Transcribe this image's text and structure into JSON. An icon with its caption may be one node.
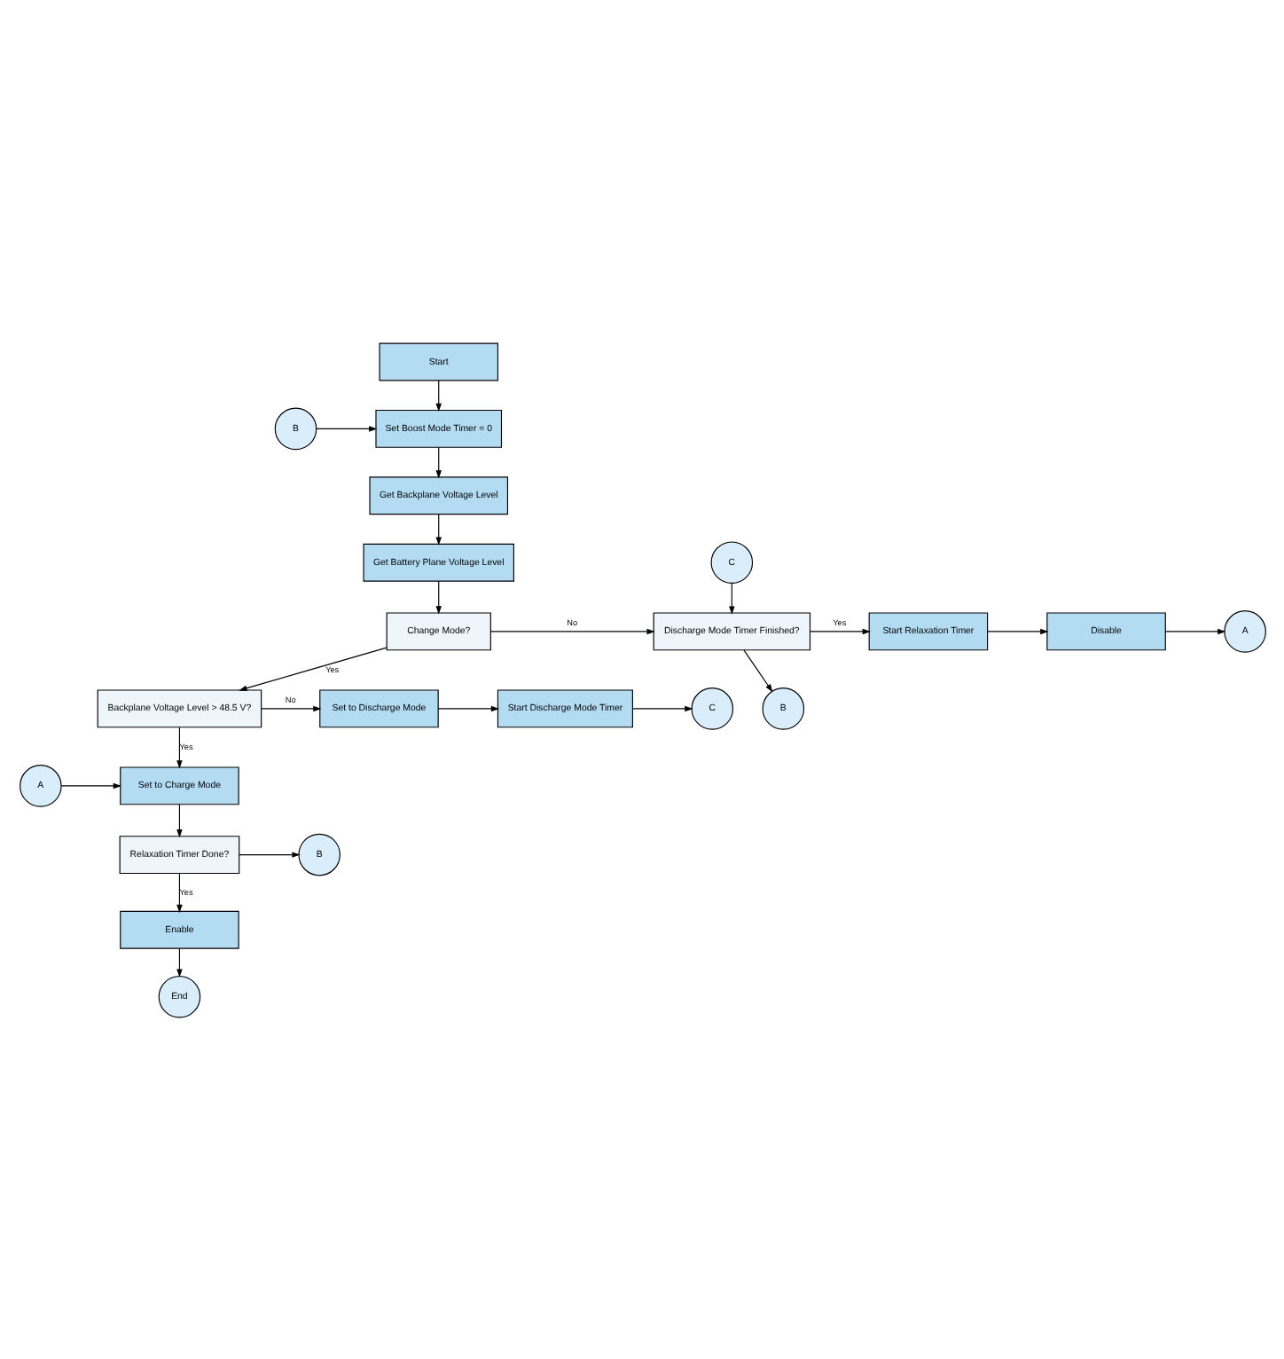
{
  "diagram": {
    "nodes": [
      {
        "text": [
          "Start"
        ]
      },
      {
        "text": [
          "B"
        ]
      },
      {
        "text": [
          "Set Boost Mode Timer = 0"
        ]
      },
      {
        "text": [
          "Get Backplane Voltage Level"
        ]
      },
      {
        "text": [
          "Get Battery Plane Voltage Level"
        ]
      },
      {
        "text": [
          "C"
        ]
      },
      {
        "text": [
          "Change Mode?"
        ]
      },
      {
        "text": [
          "Discharge Mode Timer Finished?"
        ]
      },
      {
        "text": [
          "Start Relaxation Timer"
        ]
      },
      {
        "text": [
          "Disable"
        ]
      },
      {
        "text": [
          "A"
        ]
      },
      {
        "text": [
          "B"
        ]
      },
      {
        "text": [
          "Backplane Voltage Level > 48.5 V?"
        ]
      },
      {
        "text": [
          "Set to Discharge Mode"
        ]
      },
      {
        "text": [
          "Start Discharge Mode Timer"
        ]
      },
      {
        "text": [
          "C"
        ]
      },
      {
        "text": [
          "A"
        ]
      },
      {
        "text": [
          "Set to Charge Mode"
        ]
      },
      {
        "text": [
          "Relaxation Timer Done?"
        ]
      },
      {
        "text": [
          "B"
        ]
      },
      {
        "text": [
          "Enable"
        ]
      },
      {
        "text": [
          "End"
        ]
      }
    ],
    "edges": [
      {
        "from": 0,
        "to": 2,
        "arrow": "to"
      },
      {
        "from": 1,
        "to": 2,
        "arrow": "to"
      },
      {
        "from": 2,
        "to": 3,
        "arrow": "to"
      },
      {
        "from": 3,
        "to": 4,
        "arrow": "to"
      },
      {
        "from": 4,
        "to": 6,
        "arrow": "to"
      },
      {
        "from": 5,
        "to": 7,
        "arrow": "to"
      },
      {
        "from": 6,
        "to": 7,
        "arrow": "to",
        "label": "No"
      },
      {
        "from": 7,
        "to": 8,
        "arrow": "to",
        "label": "Yes"
      },
      {
        "from": 8,
        "to": 9,
        "arrow": "to"
      },
      {
        "from": 9,
        "to": 10,
        "arrow": "to"
      },
      {
        "from": 7,
        "to": 11,
        "arrow": "to"
      },
      {
        "from": 6,
        "to": 12,
        "arrow": "to",
        "label": "Yes"
      },
      {
        "from": 12,
        "to": 13,
        "arrow": "to",
        "label": "No"
      },
      {
        "from": 13,
        "to": 14,
        "arrow": "to"
      },
      {
        "from": 14,
        "to": 15,
        "arrow": "to"
      },
      {
        "from": 12,
        "to": 17,
        "arrow": "to",
        "label": "Yes"
      },
      {
        "from": 16,
        "to": 17,
        "arrow": "to"
      },
      {
        "from": 17,
        "to": 18,
        "arrow": "to"
      },
      {
        "from": 18,
        "to": 19,
        "arrow": "to"
      },
      {
        "from": 18,
        "to": 20,
        "arrow": "to",
        "label": "Yes"
      },
      {
        "from": 20,
        "to": 21,
        "arrow": "to"
      }
    ]
  }
}
